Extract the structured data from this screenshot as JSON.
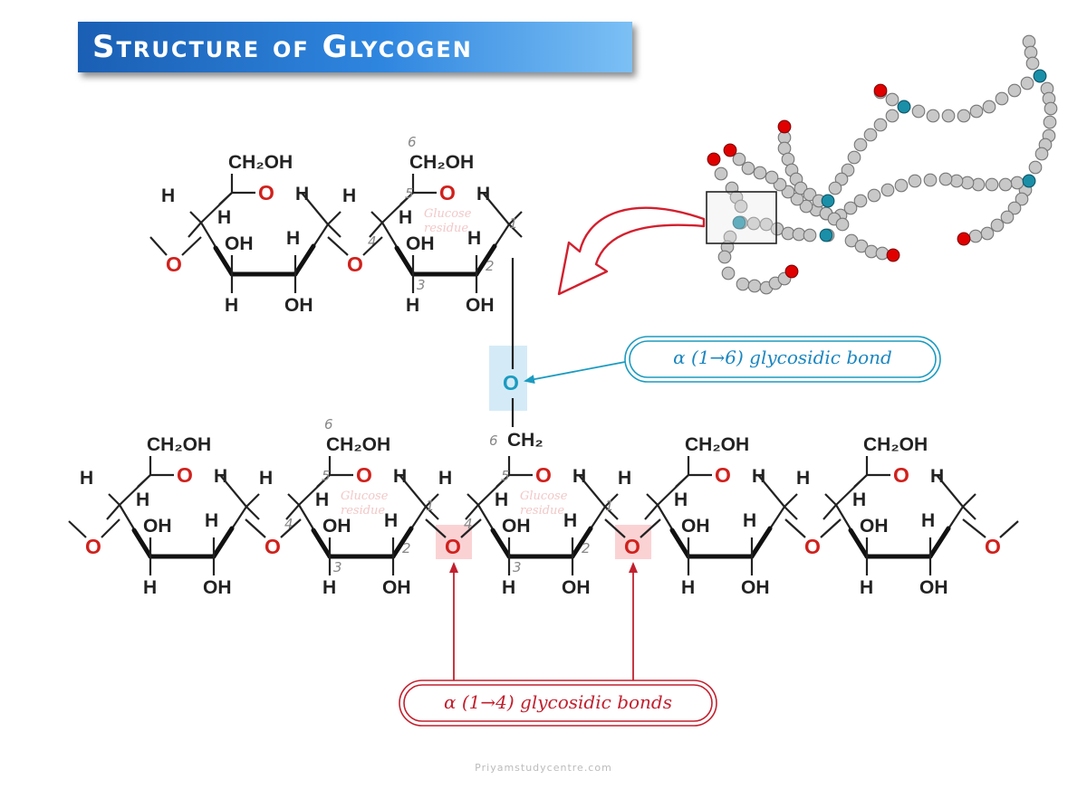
{
  "title": "Structure of Glycogen",
  "footer": "Priyamstudycentre.com",
  "labels": {
    "ch2oh": "CH₂OH",
    "ch2": "CH₂",
    "h": "H",
    "oh": "OH",
    "o": "O",
    "glucose_residue_1": "Glucose",
    "glucose_residue_2": "residue"
  },
  "carbon_numbers": [
    "1",
    "2",
    "3",
    "4",
    "5",
    "6"
  ],
  "callouts": {
    "alpha_1_6": "α (1→6) glycosidic bond",
    "alpha_1_4": "α (1→4) glycosidic bonds"
  },
  "colors": {
    "oxygen": "#d0211c",
    "alpha_1_6_accent": "#1b9bc0",
    "alpha_1_4_accent": "#c2202e",
    "title_bar": "#1a5fb4",
    "chain_bead": "#c8c8c8",
    "branch_point_bead": "#1b8fa8",
    "non_reducing_end_bead": "#e00000"
  }
}
